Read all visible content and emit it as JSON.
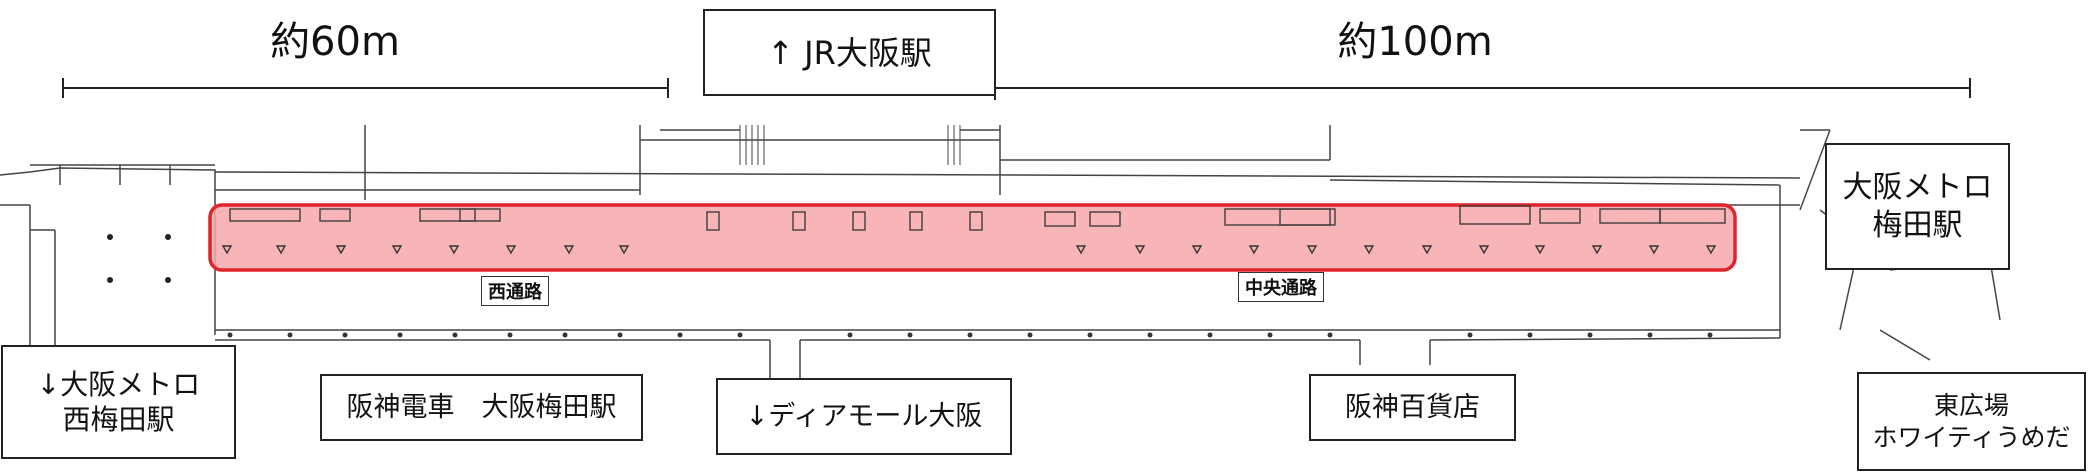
{
  "dimensions": {
    "west": "約60m",
    "east": "約100m"
  },
  "labels": {
    "jr_osaka": "↑ JR大阪駅",
    "metro_umeda": [
      "大阪メトロ",
      "梅田駅"
    ],
    "metro_nishiumeda": [
      "↓大阪メトロ",
      "西梅田駅"
    ],
    "hanshin_station": "阪神電車　大阪梅田駅",
    "diamor": "↓ディアモール大阪",
    "hanshin_dept": "阪神百貨店",
    "east_plaza": [
      "東広場",
      "ホワイティうめだ"
    ]
  },
  "passages": {
    "west": "西通路",
    "central": "中央通路"
  },
  "colors": {
    "highlight_fill": "#f7a8ac",
    "highlight_border": "#e0242b",
    "line": "#333333"
  }
}
